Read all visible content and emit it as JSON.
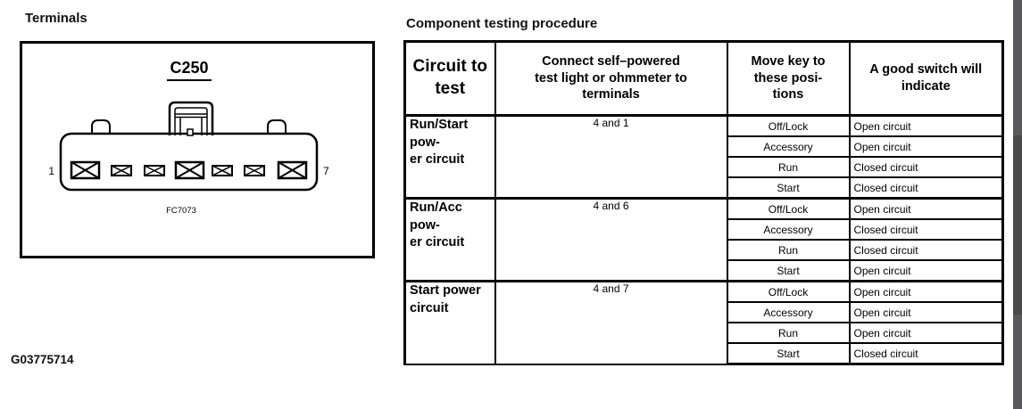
{
  "terminals_section": {
    "heading": "Terminals",
    "connector": {
      "label": "C250",
      "pin_first": "1",
      "pin_last": "7",
      "figure_code": "FC7073"
    },
    "figure_id": "G03775714"
  },
  "testing_section": {
    "heading": "Component testing procedure",
    "table": {
      "headers": {
        "circuit": "Circuit to\ntest",
        "connect": "Connect self–powered\ntest light or ohmmeter to\nterminals",
        "key": "Move key to\nthese posi-\ntions",
        "indicate": "A good switch will\nindicate"
      },
      "rows": [
        {
          "circuit": "Run/Start pow-\ner circuit",
          "terminals": "4 and 1",
          "steps": [
            {
              "position": "Off/Lock",
              "result": "Open circuit"
            },
            {
              "position": "Accessory",
              "result": "Open circuit"
            },
            {
              "position": "Run",
              "result": "Closed circuit"
            },
            {
              "position": "Start",
              "result": "Closed circuit"
            }
          ]
        },
        {
          "circuit": "Run/Acc pow-\ner circuit",
          "terminals": "4 and 6",
          "steps": [
            {
              "position": "Off/Lock",
              "result": "Open circuit"
            },
            {
              "position": "Accessory",
              "result": "Closed circuit"
            },
            {
              "position": "Run",
              "result": "Closed circuit"
            },
            {
              "position": "Start",
              "result": "Open circuit"
            }
          ]
        },
        {
          "circuit": "Start power\ncircuit",
          "terminals": "4 and 7",
          "steps": [
            {
              "position": "Off/Lock",
              "result": "Open circuit"
            },
            {
              "position": "Accessory",
              "result": "Open circuit"
            },
            {
              "position": "Run",
              "result": "Open circuit"
            },
            {
              "position": "Start",
              "result": "Closed circuit"
            }
          ]
        }
      ]
    }
  }
}
